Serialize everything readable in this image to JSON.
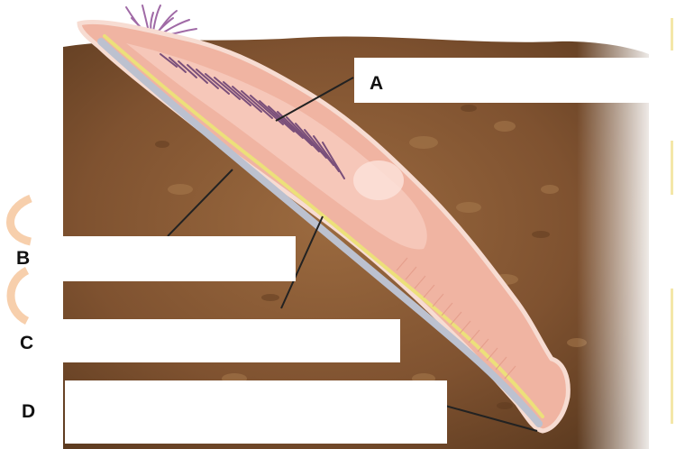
{
  "diagram": {
    "labels": {
      "a": "A",
      "b": "B",
      "c": "C",
      "d": "D"
    },
    "colors": {
      "soil": "#8a5a33",
      "soil_dark": "#5e3a1f",
      "body": "#f2b8a8",
      "body_inner": "#f7cfc1",
      "notochord": "#bfc3cf",
      "nerve_cord": "#efe07a",
      "gill_slits": "#7a4f7a",
      "tentacles": "#a06aa6",
      "pointer_line": "#222222",
      "watermark": "#f6c79e"
    }
  }
}
